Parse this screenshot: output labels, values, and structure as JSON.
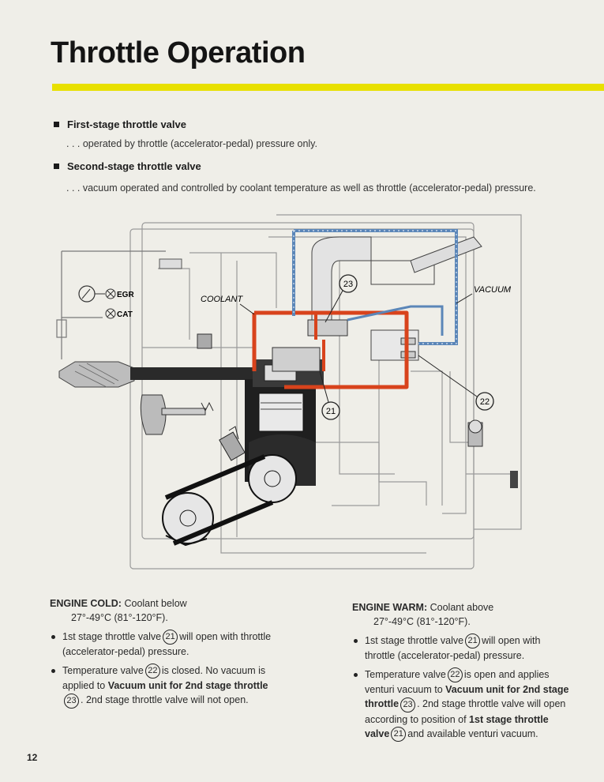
{
  "page": {
    "title": "Throttle Operation",
    "page_number": "12",
    "colors": {
      "coolant": "#d8431c",
      "vacuum": "#5b86b8",
      "rule": "#e8e000"
    }
  },
  "bullets": [
    {
      "heading": "First-stage throttle valve",
      "text": ". . . operated by throttle (accelerator-pedal) pressure only."
    },
    {
      "heading": "Second-stage throttle valve",
      "text": ". . . vacuum operated and controlled by coolant temperature as well as throttle (accelerator-pedal) pressure."
    }
  ],
  "diagram": {
    "labels": {
      "coolant": "COOLANT",
      "vacuum": "VACUUM",
      "egr": "EGR",
      "cat": "CAT",
      "c23": "23",
      "c22": "22",
      "c21": "21"
    }
  },
  "cold": {
    "heading": "ENGINE COLD:",
    "heading_rest": "Coolant below",
    "range": "27°-49°C (81°-120°F).",
    "b1_pre": "1st stage throttle valve",
    "b1_num": "21",
    "b1_post": "will open with throttle (accelerator-pedal) pressure.",
    "b2_pre": "Temperature valve",
    "b2_num": "22",
    "b2_mid": "is closed. No vacuum is applied to",
    "b2_bold": "Vacuum unit for 2nd stage throttle",
    "b2_num2": "23",
    "b2_post": ". 2nd stage throttle valve will not open."
  },
  "warm": {
    "heading": "ENGINE WARM:",
    "heading_rest": "Coolant above",
    "range": "27°-49°C (81°-120°F).",
    "b1_pre": "1st stage throttle valve",
    "b1_num": "21",
    "b1_post": "will open with throttle (accelerator-pedal) pressure.",
    "b2_pre": "Temperature valve",
    "b2_num": "22",
    "b2_mid": "is open and applies venturi vacuum to",
    "b2_bold": "Vacuum unit for 2nd stage throttle",
    "b2_num2": "23",
    "b2_mid2": ". 2nd stage throttle valve will open according to position of",
    "b2_bold2": "1st stage throttle valve",
    "b2_num3": "21",
    "b2_post": "and available venturi vacuum."
  }
}
